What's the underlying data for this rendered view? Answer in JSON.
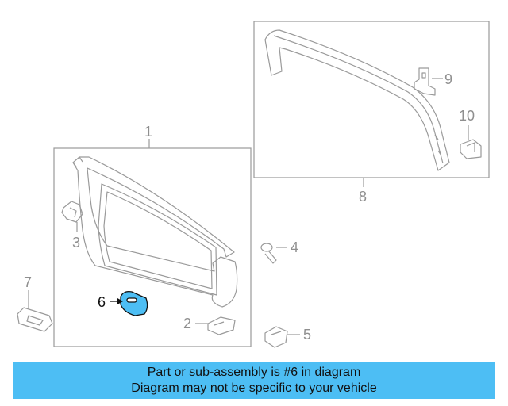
{
  "diagram": {
    "callouts": {
      "c1": "1",
      "c2": "2",
      "c3": "3",
      "c4": "4",
      "c5": "5",
      "c6": "6",
      "c7": "7",
      "c8": "8",
      "c9": "9",
      "c10": "10"
    },
    "highlight_part": "6",
    "colors": {
      "highlight": "#4dbef4",
      "line": "#9a9a9a",
      "active_line": "#111111"
    }
  },
  "banner": {
    "line1": "Part or sub-assembly is #6 in diagram",
    "line2": "Diagram may not be specific to your vehicle",
    "background": "#4dbef4"
  }
}
